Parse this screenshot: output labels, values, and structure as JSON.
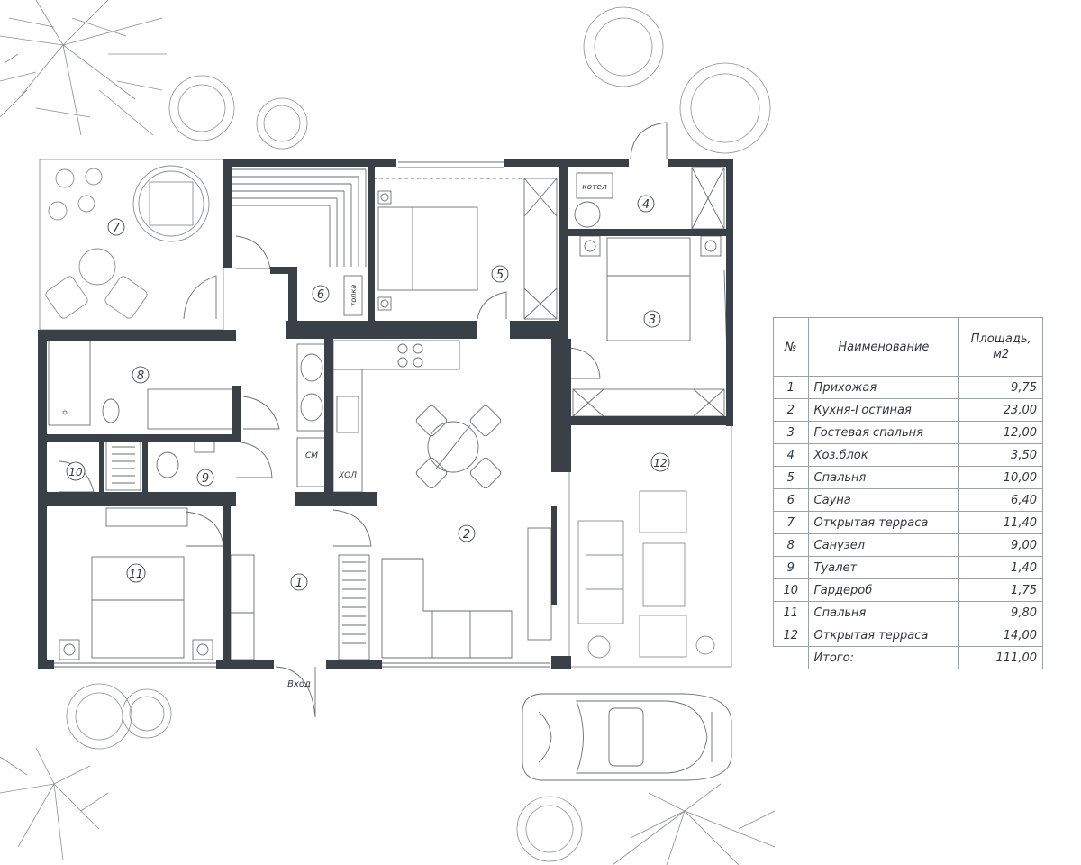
{
  "plan": {
    "rooms": [
      {
        "num": "1"
      },
      {
        "num": "2"
      },
      {
        "num": "3"
      },
      {
        "num": "4"
      },
      {
        "num": "5"
      },
      {
        "num": "6"
      },
      {
        "num": "7"
      },
      {
        "num": "8"
      },
      {
        "num": "9"
      },
      {
        "num": "10"
      },
      {
        "num": "11"
      },
      {
        "num": "12"
      }
    ],
    "labels": {
      "boiler": "котел",
      "stove": "топка",
      "washer": "СМ",
      "fridge": "ХОЛ",
      "entrance": "Вход"
    },
    "colors": {
      "wall": "#3a4048",
      "line": "#6a6f75",
      "text": "#2f3640"
    }
  },
  "legend": {
    "headers": {
      "num": "№",
      "name": "Наименование",
      "area": "Площадь, м2"
    },
    "rows": [
      {
        "num": "1",
        "name": "Прихожая",
        "area": "9,75"
      },
      {
        "num": "2",
        "name": "Кухня-Гостиная",
        "area": "23,00"
      },
      {
        "num": "3",
        "name": "Гостевая спальня",
        "area": "12,00"
      },
      {
        "num": "4",
        "name": "Хоз.блок",
        "area": "3,50"
      },
      {
        "num": "5",
        "name": "Спальня",
        "area": "10,00"
      },
      {
        "num": "6",
        "name": "Сауна",
        "area": "6,40"
      },
      {
        "num": "7",
        "name": "Открытая терраса",
        "area": "11,40"
      },
      {
        "num": "8",
        "name": "Санузел",
        "area": "9,00"
      },
      {
        "num": "9",
        "name": "Туалет",
        "area": "1,40"
      },
      {
        "num": "10",
        "name": "Гардероб",
        "area": "1,75"
      },
      {
        "num": "11",
        "name": "Спальня",
        "area": "9,80"
      },
      {
        "num": "12",
        "name": "Открытая терраса",
        "area": "14,00"
      }
    ],
    "total": {
      "name": "Итого:",
      "area": "111,00"
    }
  }
}
